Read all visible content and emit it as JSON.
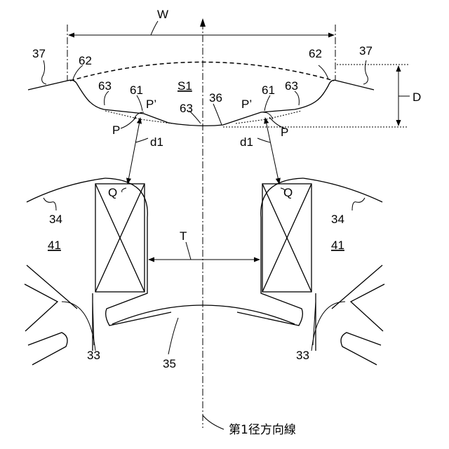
{
  "labels": {
    "W": "W",
    "D": "D",
    "T": "T",
    "S1": "S1",
    "n37": "37",
    "n62": "62",
    "n63": "63",
    "n61": "61",
    "n36": "36",
    "Pprime": "P’",
    "P": "P",
    "d1": "d1",
    "Q": "Q",
    "n34": "34",
    "n41": "41",
    "n33": "33",
    "n35": "35",
    "axis_line": "第1径方向線"
  }
}
